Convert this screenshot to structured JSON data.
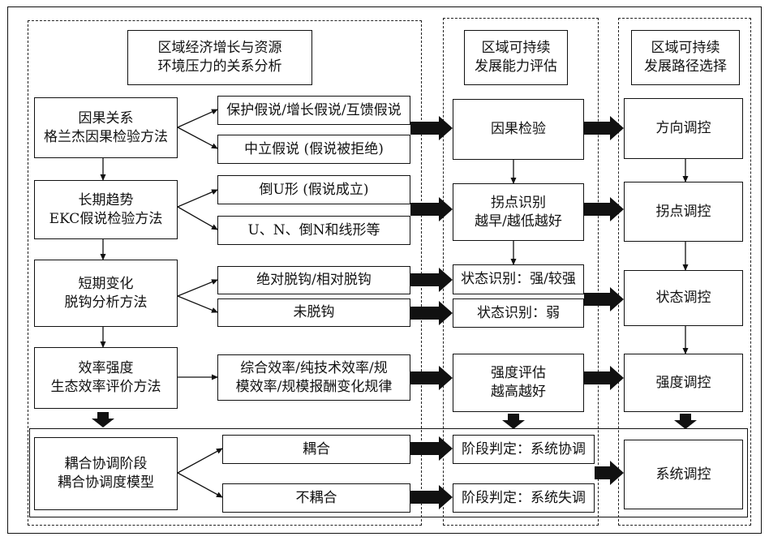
{
  "columns": {
    "analysis": {
      "line1": "区域经济增长与资源",
      "line2": "环境压力的关系分析"
    },
    "assessment": {
      "line1": "区域可持续",
      "line2": "发展能力评估"
    },
    "path": {
      "line1": "区域可持续",
      "line2": "发展路径选择"
    }
  },
  "methods": [
    {
      "line1": "因果关系",
      "line2": "格兰杰因果检验方法"
    },
    {
      "line1": "长期趋势",
      "line2": "EKC假说检验方法"
    },
    {
      "line1": "短期变化",
      "line2": "脱钩分析方法"
    },
    {
      "line1": "效率强度",
      "line2": "生态效率评价方法"
    },
    {
      "line1": "耦合协调阶段",
      "line2": "耦合协调度模型"
    }
  ],
  "results": {
    "causality_a": "保护假说/增长假说/互馈假说",
    "causality_b": "中立假说 (假说被拒绝)",
    "ekc_a": "倒U形 (假说成立)",
    "ekc_b": "U、N、倒N和线形等",
    "decoupling_a": "绝对脱钩/相对脱钩",
    "decoupling_b": "未脱钩",
    "efficiency_1": "综合效率/纯技术效率/规",
    "efficiency_2": "模效率/规模报酬变化规律",
    "coupling_a": "耦合",
    "coupling_b": "不耦合"
  },
  "assessment_items": {
    "causality_test": "因果检验",
    "turning_1": "拐点识别",
    "turning_2": "越早/越低越好",
    "state_strong": "状态识别：强/较强",
    "state_weak": "状态识别：弱",
    "intensity_1": "强度评估",
    "intensity_2": "越高越好",
    "stage_coord": "阶段判定：系统协调",
    "stage_discoord": "阶段判定：系统失调"
  },
  "path_items": {
    "direction": "方向调控",
    "turning": "拐点调控",
    "state": "状态调控",
    "intensity": "强度调控",
    "system": "系统调控"
  }
}
